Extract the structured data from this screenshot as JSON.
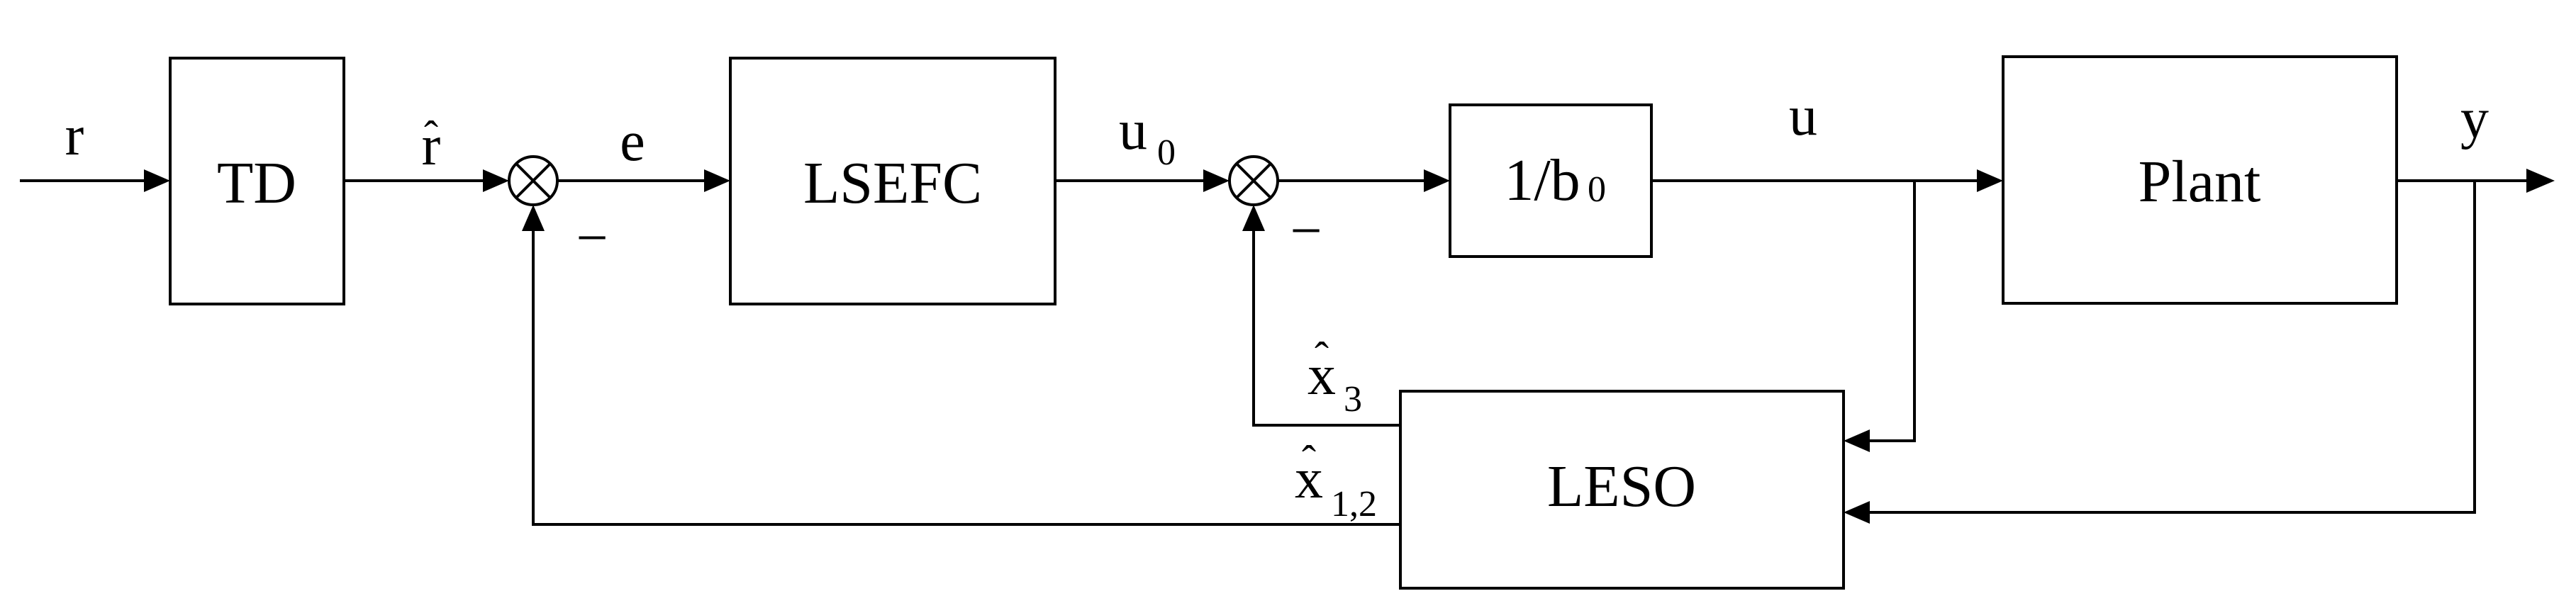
{
  "blocks": {
    "td": "TD",
    "lsefc": "LSEFC",
    "gain": "1/b",
    "gain_sub": "0",
    "plant": "Plant",
    "leso": "LESO"
  },
  "signals": {
    "r": "r",
    "r_hat": "r",
    "e": "e",
    "u0": "u",
    "u0_sub": "0",
    "u": "u",
    "y": "y",
    "x3": "x",
    "x3_sub": "3",
    "x12": "x",
    "x12_sub": "1,2",
    "hat": "ˆ",
    "minus": "−"
  }
}
